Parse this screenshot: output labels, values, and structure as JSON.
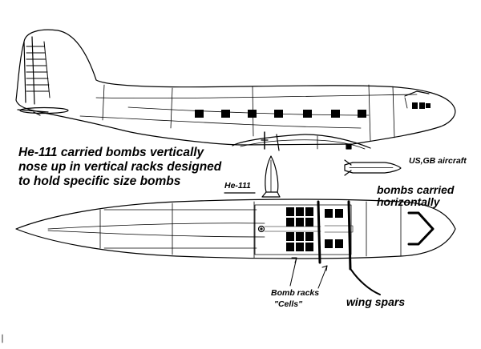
{
  "labels": {
    "he111_carried": "He-111 carried bombs vertically",
    "nose_up": "nose up in vertical racks designed",
    "specific_size": "to hold specific size bombs",
    "he111": "He-111",
    "us_gb": "US,GB aircraft",
    "bombs_carried": "bombs carried",
    "horizontally": "horizontally",
    "bomb_racks": "Bomb racks",
    "cells": "\"Cells\"",
    "wing_spars": "wing spars"
  }
}
